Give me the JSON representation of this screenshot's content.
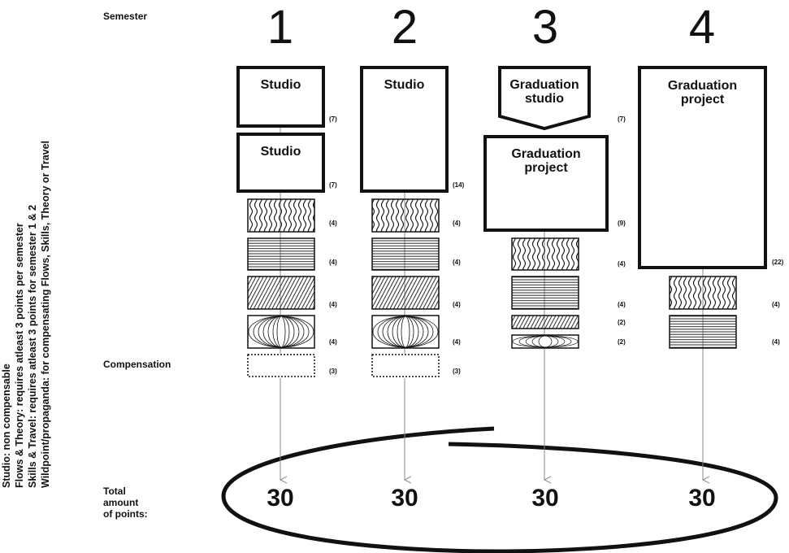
{
  "legend": {
    "lines": [
      "Studio: non compensable",
      "Flows & Theory: requires atleast 3 points per semester",
      "Skills & Travel: requires atleast 3 points for semester 1 & 2",
      "Wildpoint/propaganda: for compensating Flows, Skills, Theory or Travel"
    ]
  },
  "labels": {
    "semester": "Semester",
    "compensation": "Compensation",
    "total": [
      "Total",
      "amount",
      "of points:"
    ]
  },
  "semesters": [
    {
      "number": "1",
      "total": "30",
      "boxes": [
        {
          "title": "Studio",
          "points": "(7)"
        },
        {
          "title": "Studio",
          "points": "(7)"
        }
      ],
      "modules": [
        "(4)",
        "(4)",
        "(4)",
        "(4)"
      ],
      "compensation": "(3)"
    },
    {
      "number": "2",
      "total": "30",
      "boxes": [
        {
          "title": "Studio",
          "points": "(14)"
        }
      ],
      "modules": [
        "(4)",
        "(4)",
        "(4)",
        "(4)"
      ],
      "compensation": "(3)"
    },
    {
      "number": "3",
      "total": "30",
      "boxes": [
        {
          "title_lines": [
            "Graduation",
            "studio"
          ],
          "points": "(7)"
        },
        {
          "title_lines": [
            "Graduation",
            "project"
          ],
          "points": "(9)"
        }
      ],
      "modules": [
        "(4)",
        "(4)",
        "(2)",
        "(2)"
      ]
    },
    {
      "number": "4",
      "total": "30",
      "boxes": [
        {
          "title_lines": [
            "Graduation",
            "project"
          ],
          "points": "(22)"
        }
      ],
      "modules": [
        "(4)",
        "(4)"
      ]
    }
  ],
  "colors": {
    "ink": "#111111",
    "arrow": "#888888"
  }
}
